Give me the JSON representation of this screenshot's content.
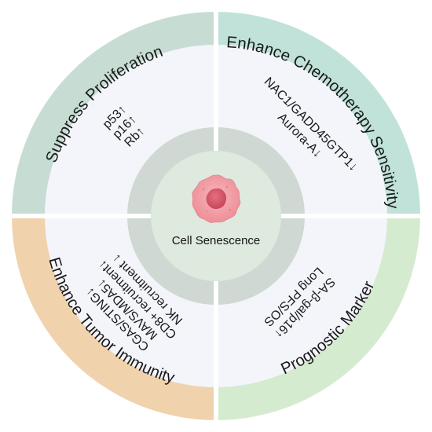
{
  "center": {
    "label": "Cell Senescence"
  },
  "quadrants": [
    {
      "id": "top-left",
      "title": "Suppress Proliferation",
      "color": "#c7ddd3",
      "items": [
        "p53↑",
        "p16↑",
        "Rb↑"
      ]
    },
    {
      "id": "top-right",
      "title": "Enhance Chemotherapy Sensitivity",
      "color": "#c0e2d9",
      "items": [
        "NAC1/GADD45GTP1↓",
        "Aurora-A↓"
      ]
    },
    {
      "id": "bottom-left",
      "title": "Enhance Tumor Immunity",
      "color": "#f0d2ad",
      "items": [
        "CGAS/STING↓",
        "MAVS/MDA5↓",
        "CD8+ recruitment↓",
        "NK recruitment ↓"
      ]
    },
    {
      "id": "bottom-right",
      "title": "Prognostic Marker",
      "color": "#d5ebcf",
      "items": [
        "SA-β-gal/p16↑",
        "Long PFS/OS"
      ]
    }
  ],
  "colors": {
    "inner_panel": "#f4f5fb",
    "middle_ring": "#cfd8d3",
    "center_disc": "#deeade",
    "divider": "#ffffff",
    "cell_outer": "#f2a6ab",
    "cell_nucleus": "#d9586a"
  },
  "icon": "senescent-cell-icon"
}
